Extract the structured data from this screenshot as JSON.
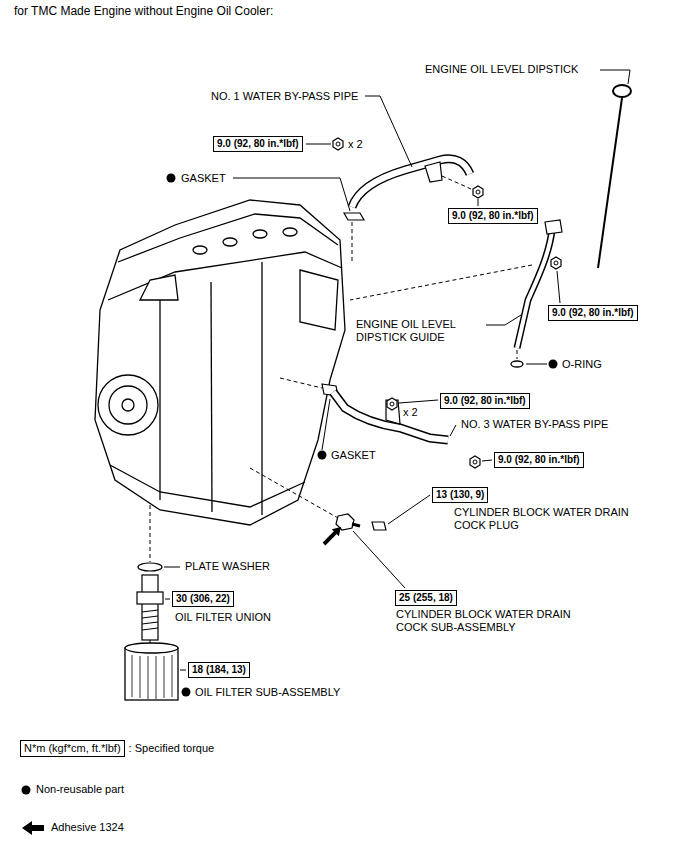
{
  "diagram": {
    "title": "for TMC Made Engine without Engine Oil Cooler:",
    "nodes": [
      {
        "text": [
          "9.0 (92, 80 in.*lbf)"
        ]
      },
      {
        "text": [
          "9.0 (92, 80 in.*lbf)"
        ]
      },
      {
        "text": [
          "9.0 (92, 80 in.*lbf)"
        ]
      },
      {
        "text": [
          "9.0 (92, 80 in.*lbf)"
        ]
      },
      {
        "text": [
          "9.0 (92, 80 in.*lbf)"
        ]
      },
      {
        "text": [
          "13 (130, 9)"
        ]
      },
      {
        "text": [
          "30 (306, 22)"
        ]
      },
      {
        "text": [
          "25 (255, 18)"
        ]
      },
      {
        "text": [
          "18 (184, 13)"
        ]
      },
      {
        "text": [
          "N*m (kgf*cm, ft.*lbf)"
        ]
      }
    ],
    "labels": [
      "ENGINE OIL LEVEL DIPSTICK",
      "NO. 1 WATER BY-PASS PIPE",
      "x 2",
      "GASKET",
      "ENGINE OIL LEVEL DIPSTICK GUIDE",
      "O-RING",
      "x 2",
      "NO. 3 WATER BY-PASS PIPE",
      "GASKET",
      "CYLINDER BLOCK WATER DRAIN COCK PLUG",
      "PLATE WASHER",
      "OIL FILTER UNION",
      "CYLINDER BLOCK WATER DRAIN COCK SUB-ASSEMBLY",
      "OIL FILTER SUB-ASSEMBLY"
    ],
    "legend": [
      {
        "text": ": Specified torque"
      },
      {
        "text": "Non-reusable part"
      },
      {
        "text": "Adhesive 1324"
      }
    ]
  }
}
